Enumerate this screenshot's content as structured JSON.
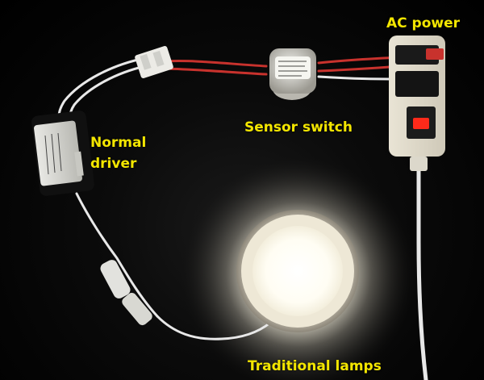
{
  "labels": {
    "ac_power": "AC power",
    "sensor_switch": "Sensor switch",
    "normal_driver_line1": "Normal",
    "normal_driver_line2": "driver",
    "traditional_lamps": "Traditional lamps"
  },
  "colors": {
    "label_text": "#f3e600",
    "background": "#000000",
    "lamp_glow": "#fffbe8",
    "wire_red": "#c8322d",
    "wire_white": "#e8e8e8",
    "rocker_switch": "#ff2a1a"
  }
}
